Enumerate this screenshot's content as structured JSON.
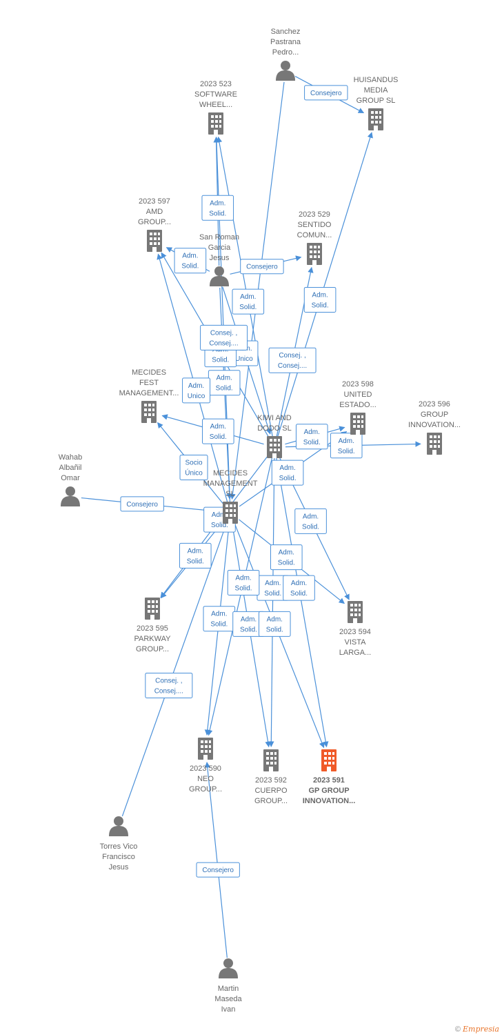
{
  "colors": {
    "node": "#777777",
    "focus": "#f05a28",
    "edge": "#4a90d9"
  },
  "nodes": [
    {
      "id": "sanchez",
      "type": "person",
      "lines": [
        "Sanchez",
        "Pastrana",
        "Pedro..."
      ]
    },
    {
      "id": "huisandus",
      "type": "company",
      "lines": [
        "HUISANDUS",
        "MEDIA",
        "GROUP  SL"
      ]
    },
    {
      "id": "c523",
      "type": "company",
      "lines": [
        "2023 523",
        "SOFTWARE",
        "WHEEL..."
      ]
    },
    {
      "id": "c597",
      "type": "company",
      "lines": [
        "2023 597",
        "AMD",
        "GROUP..."
      ]
    },
    {
      "id": "sanroman",
      "type": "person",
      "lines": [
        "San Roman",
        "Garcia",
        "Jesus"
      ]
    },
    {
      "id": "c529",
      "type": "company",
      "lines": [
        "2023 529",
        "SENTIDO",
        "COMUN..."
      ]
    },
    {
      "id": "mecidesfest",
      "type": "company",
      "lines": [
        "MECIDES",
        "FEST",
        "MANAGEMENT..."
      ]
    },
    {
      "id": "kiwi",
      "type": "company",
      "lines": [
        "KIWI AND",
        "DODO  SL"
      ]
    },
    {
      "id": "c598",
      "type": "company",
      "lines": [
        "2023 598",
        "UNITED",
        "ESTADO..."
      ]
    },
    {
      "id": "c596",
      "type": "company",
      "lines": [
        "2023 596",
        "GROUP",
        "INNOVATION..."
      ]
    },
    {
      "id": "wahab",
      "type": "person",
      "lines": [
        "Wahab",
        "Albañil",
        "Omar"
      ]
    },
    {
      "id": "mecidesmgmt",
      "type": "company",
      "lines": [
        "MECIDES",
        "MANAGEMENT",
        "SL"
      ]
    },
    {
      "id": "c595",
      "type": "company",
      "lines": [
        "2023 595",
        "PARKWAY",
        "GROUP..."
      ]
    },
    {
      "id": "c594",
      "type": "company",
      "lines": [
        "2023 594",
        "VISTA",
        "LARGA..."
      ]
    },
    {
      "id": "c590",
      "type": "company",
      "lines": [
        "2023 590",
        "NEO",
        "GROUP..."
      ]
    },
    {
      "id": "c592",
      "type": "company",
      "lines": [
        "2023 592",
        "CUERPO",
        "GROUP..."
      ]
    },
    {
      "id": "c591",
      "type": "company",
      "focus": true,
      "lines": [
        "2023 591",
        "GP GROUP",
        "INNOVATION..."
      ]
    },
    {
      "id": "torres",
      "type": "person",
      "lines": [
        "Torres Vico",
        "Francisco",
        "Jesus"
      ]
    },
    {
      "id": "martin",
      "type": "person",
      "lines": [
        "Martin",
        "Maseda",
        "Ivan"
      ]
    }
  ],
  "edges": [
    {
      "from": "sanchez",
      "to": "huisandus",
      "label": [
        "Consejero"
      ]
    },
    {
      "from": "sanchez",
      "to": "mecidesmgmt",
      "label": []
    },
    {
      "from": "sanroman",
      "to": "c523",
      "label": [
        "Adm.",
        "Solid."
      ]
    },
    {
      "from": "sanroman",
      "to": "c597",
      "label": [
        "Adm.",
        "Solid."
      ]
    },
    {
      "from": "sanroman",
      "to": "kiwi",
      "label": [
        "Adm.",
        "Unico"
      ]
    },
    {
      "from": "sanroman",
      "to": "mecidesmgmt",
      "label": [
        "Adm.",
        "Solid."
      ]
    },
    {
      "from": "sanroman",
      "to": "c529",
      "label": [
        "Consejero"
      ]
    },
    {
      "from": "kiwi",
      "to": "c523",
      "label": [
        "Adm.",
        "Solid."
      ]
    },
    {
      "from": "kiwi",
      "to": "huisandus",
      "label": [
        "Adm.",
        "Solid."
      ]
    },
    {
      "from": "kiwi",
      "to": "c529",
      "label": [
        "Consej. ,",
        "Consej...."
      ]
    },
    {
      "from": "kiwi",
      "to": "c597",
      "label": [
        "Adm.",
        "Solid."
      ]
    },
    {
      "from": "kiwi",
      "to": "mecidesfest",
      "label": [
        "Adm.",
        "Solid."
      ]
    },
    {
      "from": "kiwi",
      "to": "c598",
      "label": [
        "Adm.",
        "Solid."
      ]
    },
    {
      "from": "kiwi",
      "to": "c596",
      "label": [
        "Adm.",
        "Solid."
      ]
    },
    {
      "from": "kiwi",
      "to": "c594",
      "label": [
        "Adm.",
        "Solid."
      ]
    },
    {
      "from": "kiwi",
      "to": "c592",
      "label": [
        "Adm.",
        "Solid."
      ]
    },
    {
      "from": "kiwi",
      "to": "c591",
      "label": [
        "Adm.",
        "Solid."
      ]
    },
    {
      "from": "kiwi",
      "to": "c590",
      "label": [
        "Adm.",
        "Solid."
      ]
    },
    {
      "from": "kiwi",
      "to": "c595",
      "label": [
        "Adm.",
        "Solid."
      ]
    },
    {
      "from": "mecidesmgmt",
      "to": "c523",
      "label": [
        "Consej. ,",
        "Consej...."
      ]
    },
    {
      "from": "mecidesmgmt",
      "to": "c597",
      "label": [
        "Adm.",
        "Unico"
      ]
    },
    {
      "from": "mecidesmgmt",
      "to": "mecidesfest",
      "label": [
        "Socio",
        "Único"
      ]
    },
    {
      "from": "mecidesmgmt",
      "to": "c598",
      "label": [
        "Adm.",
        "Solid."
      ]
    },
    {
      "from": "mecidesmgmt",
      "to": "c595",
      "label": [
        "Adm.",
        "Solid."
      ]
    },
    {
      "from": "mecidesmgmt",
      "to": "c594",
      "label": [
        "Adm.",
        "Solid."
      ]
    },
    {
      "from": "mecidesmgmt",
      "to": "c590",
      "label": [
        "Adm.",
        "Solid."
      ]
    },
    {
      "from": "mecidesmgmt",
      "to": "c592",
      "label": [
        "Adm.",
        "Solid."
      ]
    },
    {
      "from": "mecidesmgmt",
      "to": "c591",
      "label": [
        "Adm.",
        "Solid."
      ]
    },
    {
      "from": "wahab",
      "to": "mecidesmgmt",
      "label": [
        "Consejero"
      ]
    },
    {
      "from": "torres",
      "to": "mecidesmgmt",
      "label": [
        "Consej. ,",
        "Consej...."
      ]
    },
    {
      "from": "martin",
      "to": "c590",
      "label": [
        "Consejero"
      ]
    }
  ],
  "footer": {
    "copyright": "©",
    "brand": "Empresia"
  }
}
